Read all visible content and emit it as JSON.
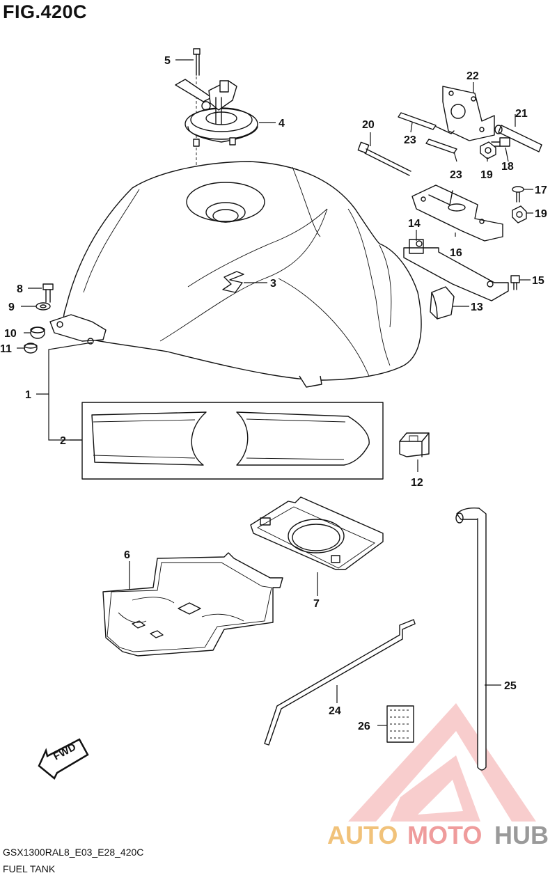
{
  "figure": {
    "title": "FIG.420C"
  },
  "footer": {
    "model_code": "GSX1300RAL8_E03_E28_420C",
    "description": "FUEL TANK"
  },
  "direction_arrow": {
    "label": "FWD"
  },
  "watermark": {
    "brand_part1": "AUTO",
    "brand_part2": "MOTO",
    "brand_part3": "HUB"
  },
  "callouts": [
    "1",
    "2",
    "3",
    "4",
    "5",
    "6",
    "7",
    "8",
    "9",
    "10",
    "11",
    "12",
    "13",
    "14",
    "15",
    "16",
    "17",
    "18",
    "19",
    "20",
    "21",
    "22",
    "23",
    "24",
    "25",
    "26"
  ]
}
